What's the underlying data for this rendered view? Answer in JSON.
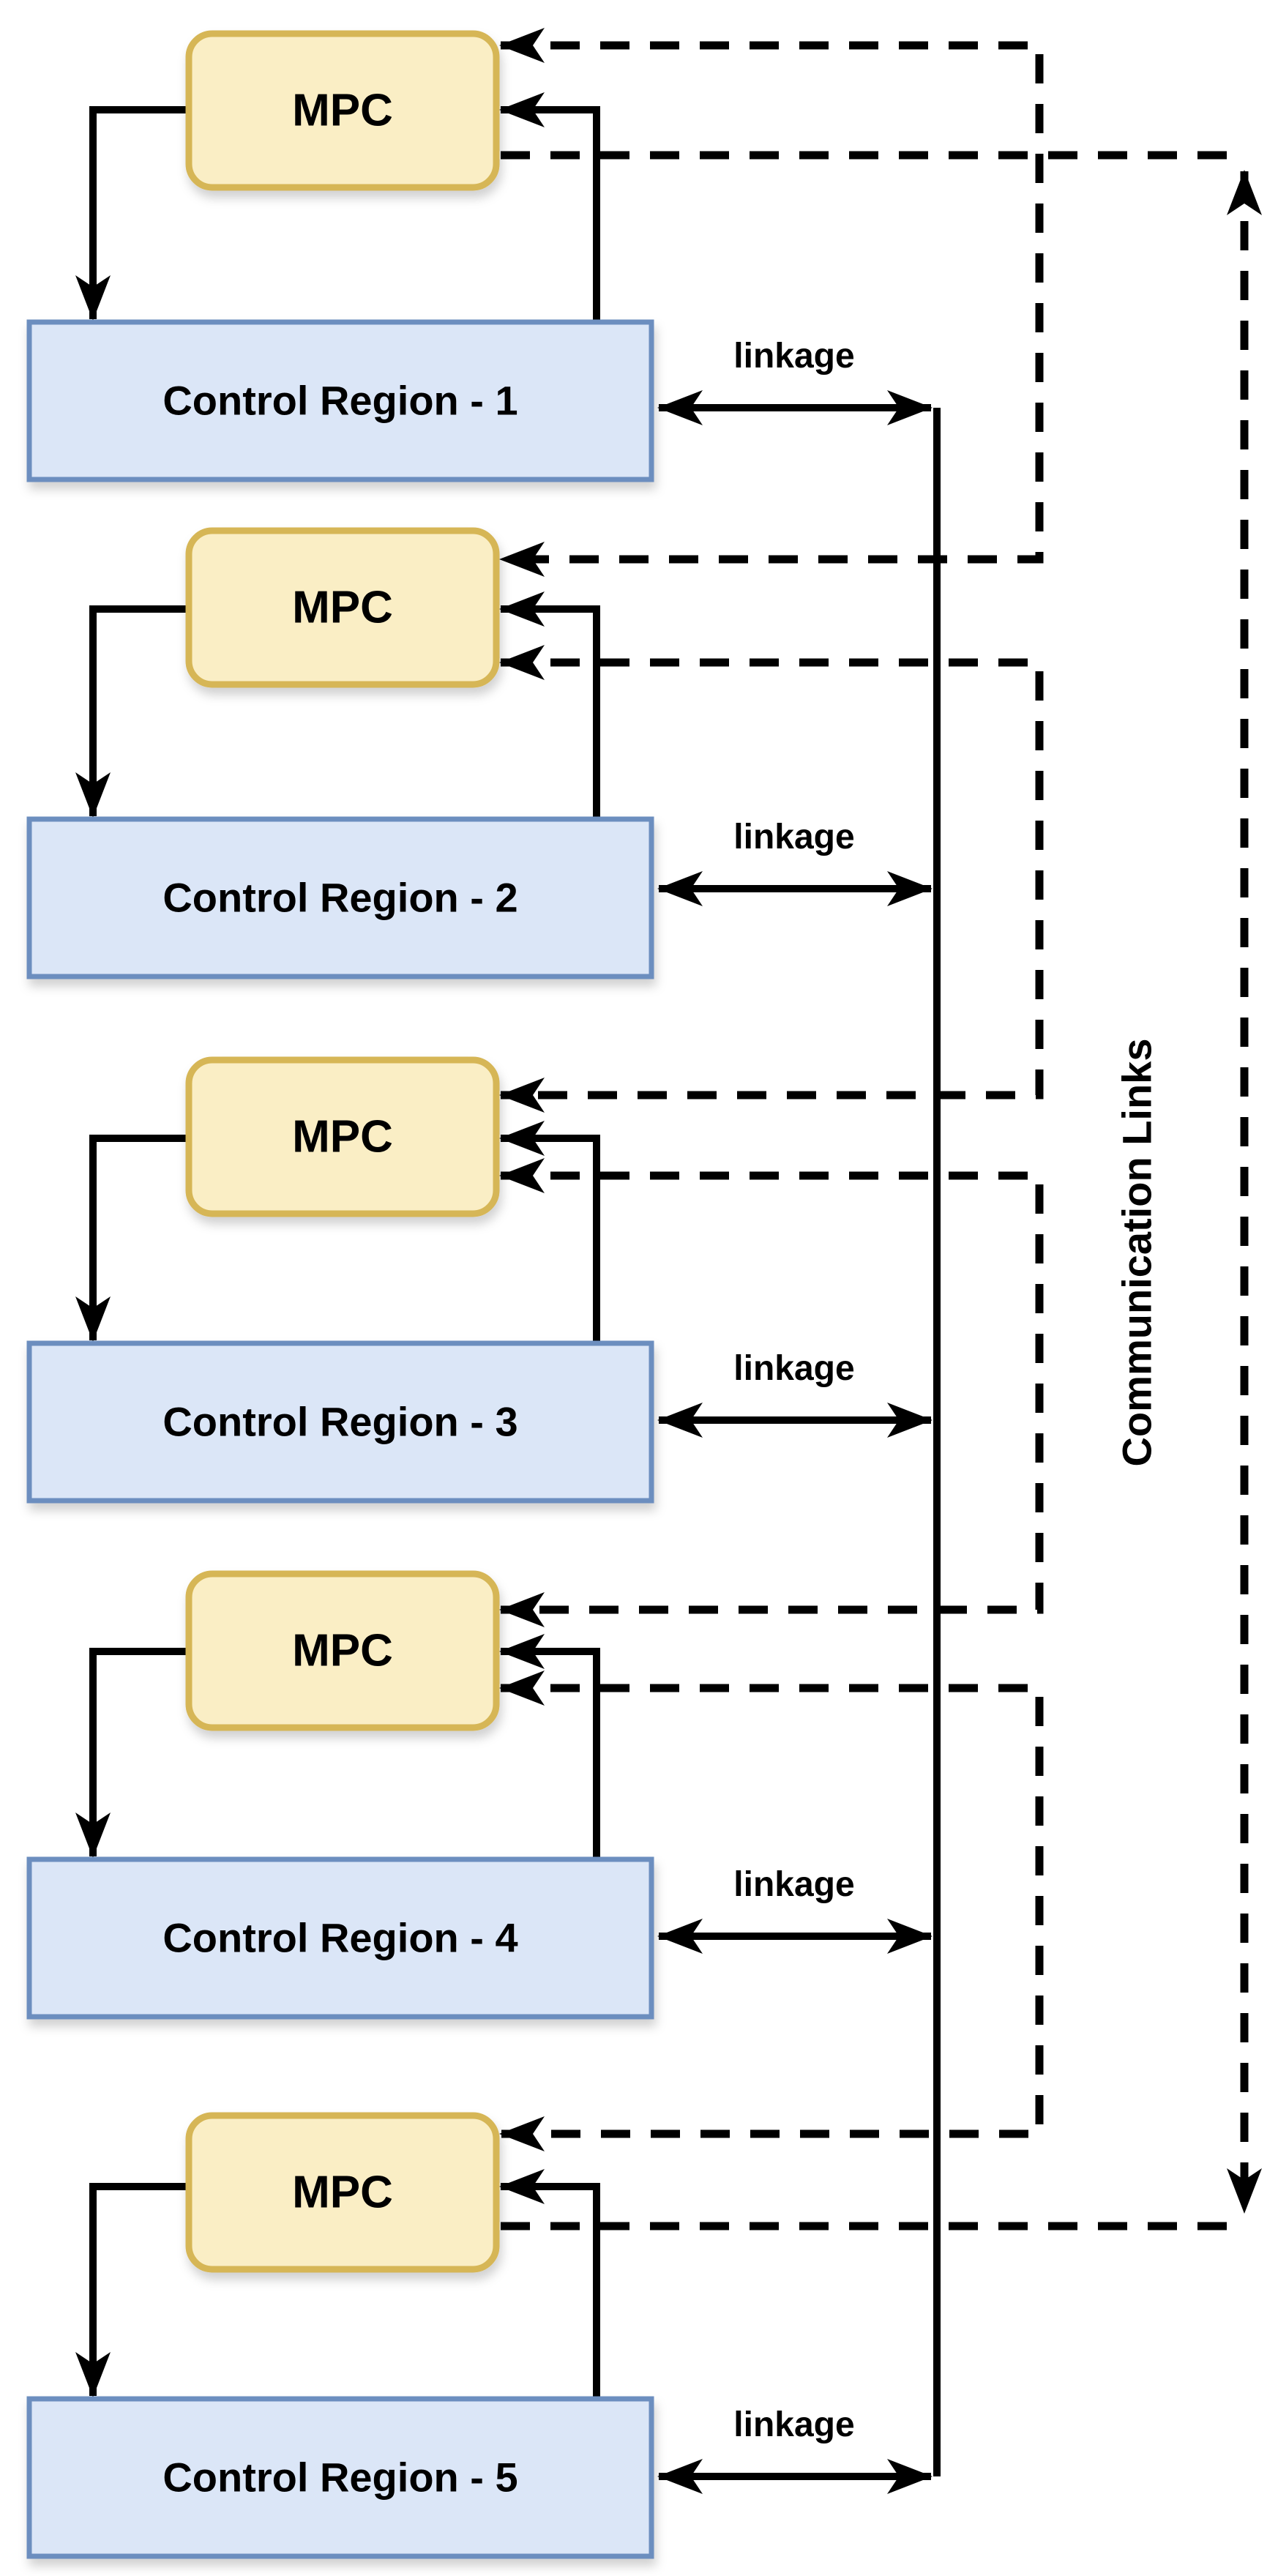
{
  "colors": {
    "background": "#ffffff",
    "mpc_fill": "#FAEEC5",
    "mpc_stroke": "#D6B656",
    "region_fill": "#DBE6F7",
    "region_stroke": "#6C8EBF",
    "region_text": "#0D1B33",
    "line": "#000000"
  },
  "units": [
    {
      "mpc_label": "MPC",
      "region_label": "Control Region - 1",
      "linkage_label": "linkage"
    },
    {
      "mpc_label": "MPC",
      "region_label": "Control Region - 2",
      "linkage_label": "linkage"
    },
    {
      "mpc_label": "MPC",
      "region_label": "Control Region - 3",
      "linkage_label": "linkage"
    },
    {
      "mpc_label": "MPC",
      "region_label": "Control Region - 4",
      "linkage_label": "linkage"
    },
    {
      "mpc_label": "MPC",
      "region_label": "Control Region - 5",
      "linkage_label": "linkage"
    }
  ],
  "communication_label": "Communication Links"
}
